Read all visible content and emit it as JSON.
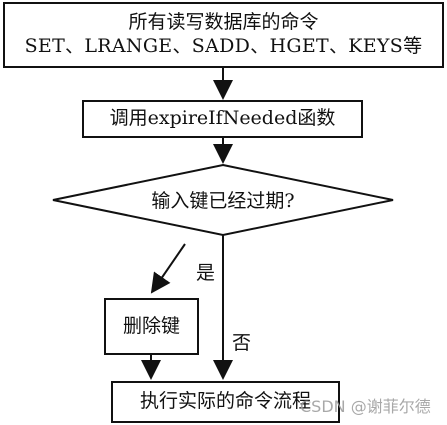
{
  "nodes": {
    "commands": {
      "line1": "所有读写数据库的命令",
      "line2": "SET、LRANGE、SADD、HGET、KEYS等"
    },
    "call": "调用expireIfNeeded函数",
    "decision": "输入键已经过期?",
    "delete": "删除键",
    "execute": "执行实际的命令流程"
  },
  "edges": {
    "yes": "是",
    "no": "否"
  },
  "watermark": "CSDN @谢菲尔德"
}
